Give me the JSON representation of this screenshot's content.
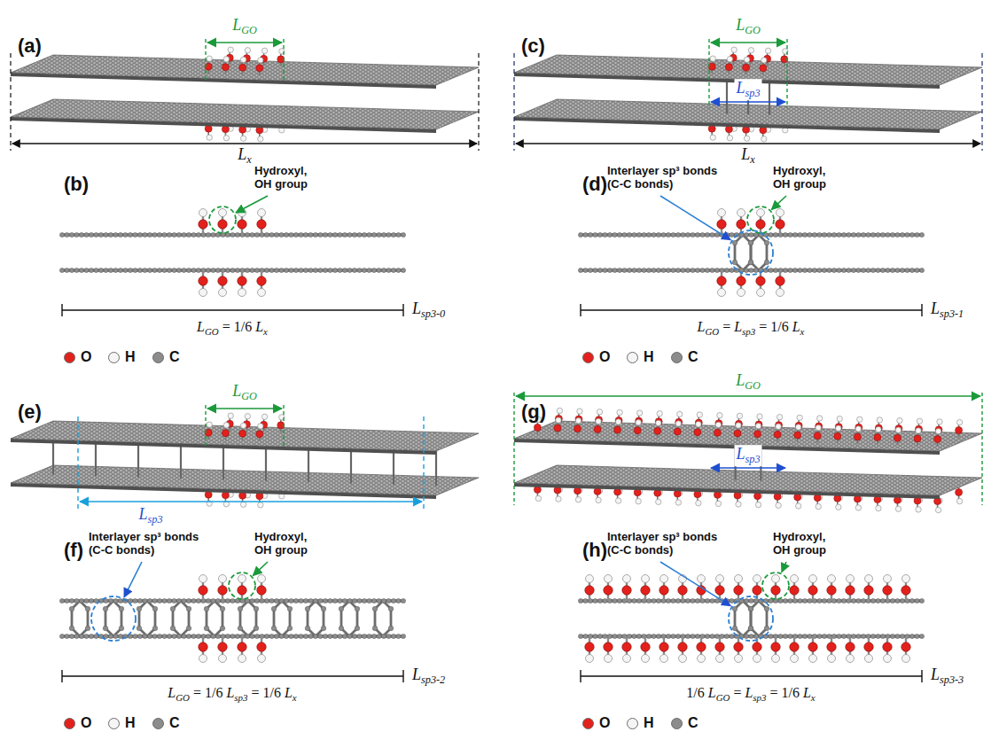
{
  "diagram": {
    "labels": [
      "(a)",
      "LGO",
      "Lx",
      "(b)",
      "Hydroxyl, OH group",
      "LGO = 1/6 Lx",
      "Lsp3-0",
      "(c)",
      "LGO",
      "Lsp3",
      "Lx",
      "(d)",
      "Interlayer sp³ bonds (C-C bonds)",
      "Hydroxyl, OH group",
      "LGO = Lsp3 = 1/6 Lx",
      "Lsp3-1",
      "(e)",
      "LGO",
      "Lsp3",
      "(f)",
      "Interlayer sp³ bonds (C-C bonds)",
      "Hydroxyl, OH group",
      "LGO = 1/6 Lsp3 = 1/6 Lx",
      "Lsp3-2",
      "(g)",
      "LGO",
      "Lsp3",
      "(h)",
      "Interlayer sp³ bonds (C-C bonds)",
      "Hydroxyl, OH group",
      "1/6 LGO = Lsp3 = 1/6 Lx",
      "Lsp3-3"
    ],
    "legend": [
      {
        "text": "O",
        "color": "#e3211c"
      },
      {
        "text": "H",
        "color": "#f5f5f5"
      },
      {
        "text": "C",
        "color": "#8c8c8c"
      },
      {
        "text": "O",
        "color": "#e3211c"
      },
      {
        "text": "H",
        "color": "#f5f5f5"
      },
      {
        "text": "C",
        "color": "#8c8c8c"
      },
      {
        "text": "O",
        "color": "#e3211c"
      },
      {
        "text": "H",
        "color": "#f5f5f5"
      },
      {
        "text": "C",
        "color": "#8c8c8c"
      },
      {
        "text": "O",
        "color": "#e3211c"
      },
      {
        "text": "H",
        "color": "#f5f5f5"
      },
      {
        "text": "C",
        "color": "#8c8c8c"
      }
    ]
  }
}
